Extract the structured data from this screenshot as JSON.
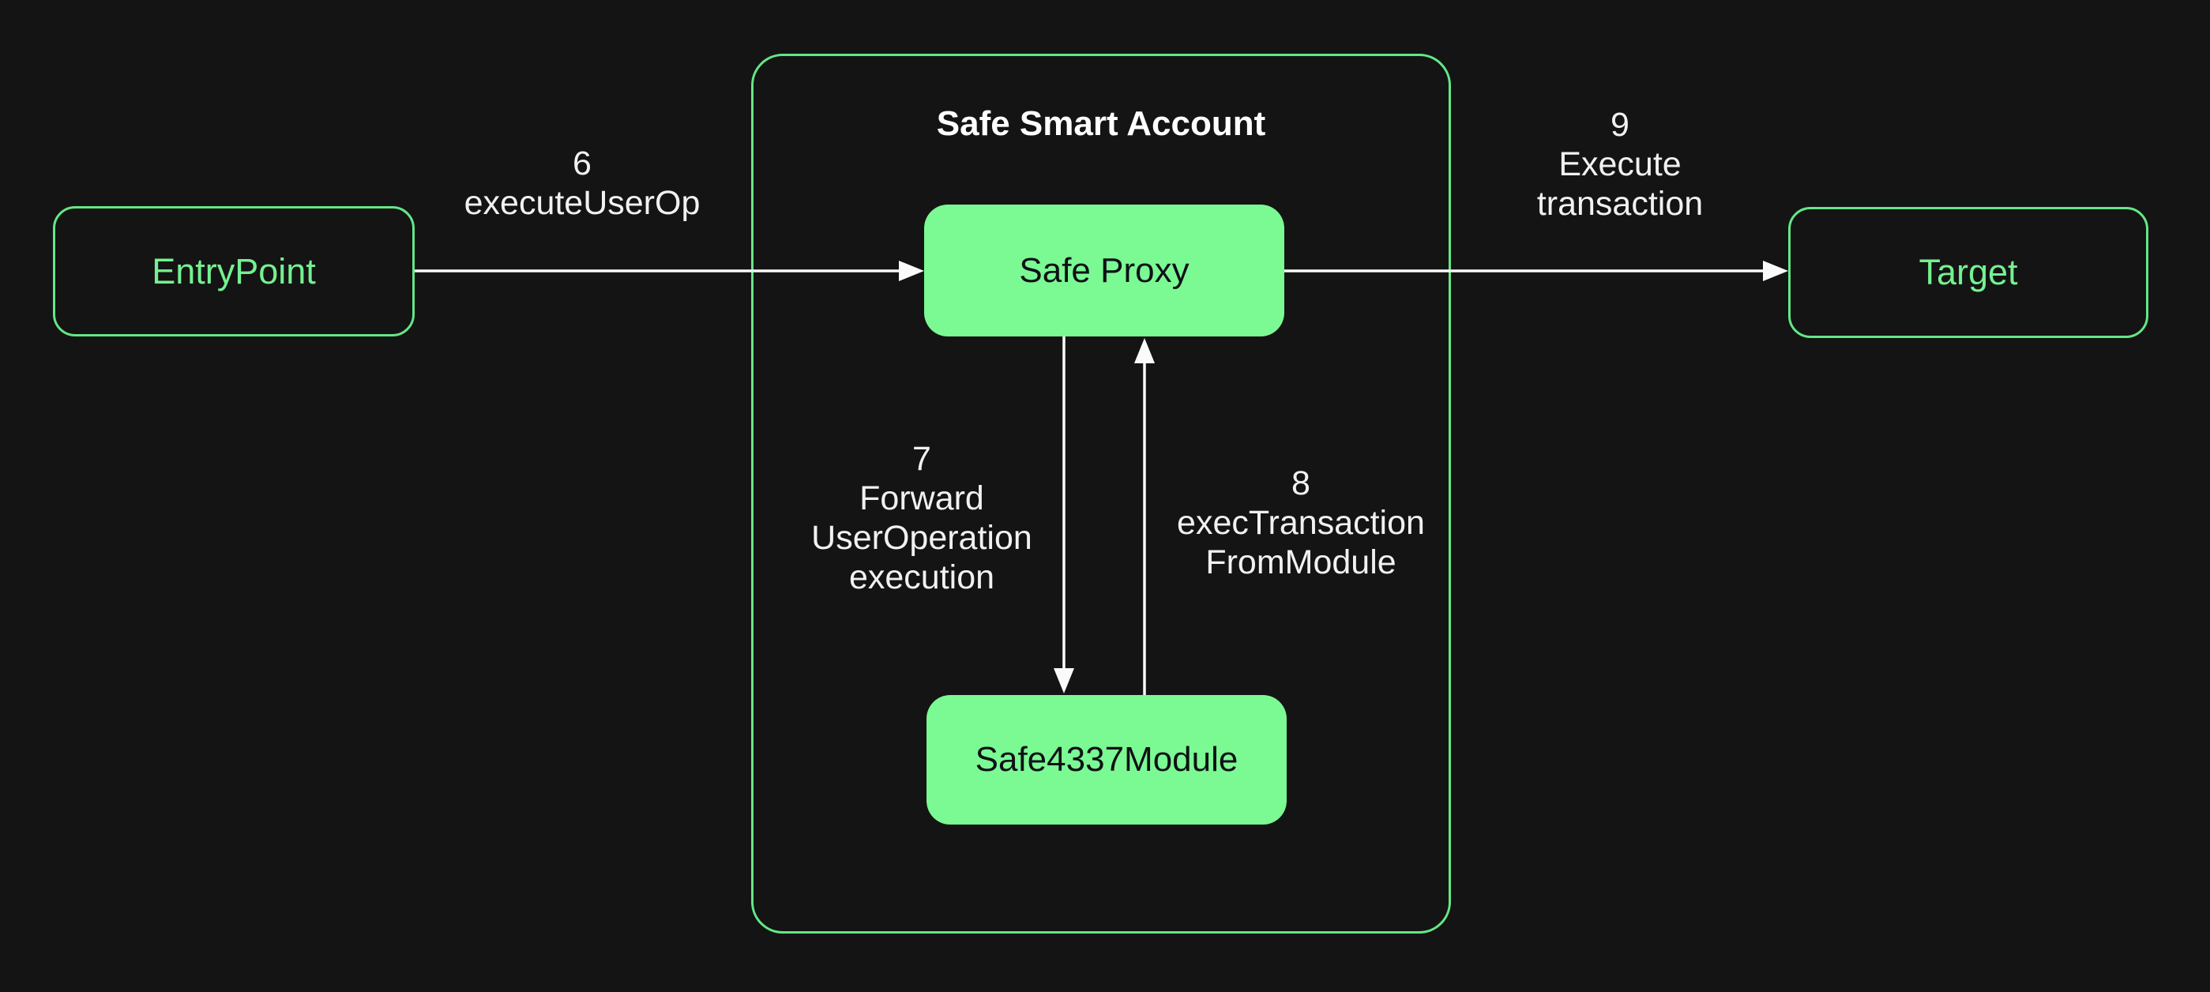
{
  "diagram": {
    "colors": {
      "bg": "#141414",
      "accent_green": "#64E786",
      "fill_green": "#7BF993",
      "text_green": "#75F191",
      "title_white": "#FFFFFF",
      "label_white": "#F1F1F1",
      "line_white": "#FAFAFA",
      "dark_text": "#0E1116"
    },
    "nodes": {
      "entrypoint": {
        "label": "EntryPoint"
      },
      "container": {
        "title": "Safe Smart Account"
      },
      "safe_proxy": {
        "label": "Safe Proxy"
      },
      "safe_4337_module": {
        "label": "Safe4337Module"
      },
      "target": {
        "label": "Target"
      }
    },
    "edges": {
      "execute_user_op": {
        "step": "6",
        "lines": [
          "executeUserOp"
        ]
      },
      "forward_user_operation": {
        "step": "7",
        "lines": [
          "Forward",
          "UserOperation",
          "execution"
        ]
      },
      "exec_transaction_from_module": {
        "step": "8",
        "lines": [
          "execTransaction",
          "FromModule"
        ]
      },
      "execute_transaction": {
        "step": "9",
        "lines": [
          "Execute",
          "transaction"
        ]
      }
    }
  }
}
